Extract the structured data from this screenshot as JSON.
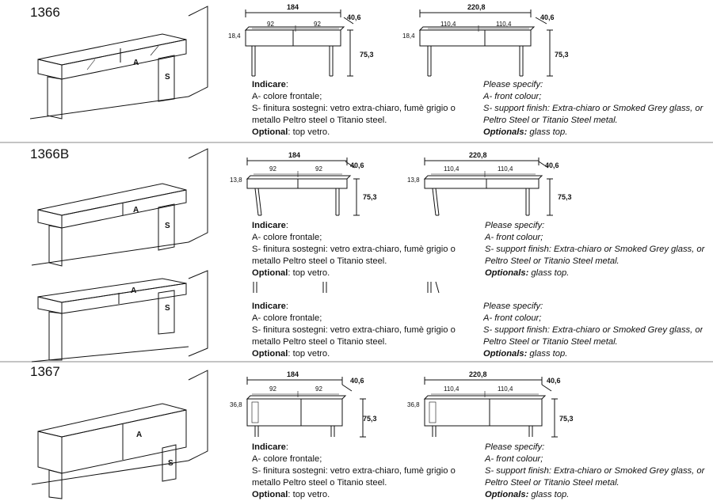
{
  "sections": [
    {
      "code": "1366",
      "dims_a": {
        "width": "184",
        "depth": "40,6",
        "half1": "92",
        "half2": "92",
        "top_h": "18,4",
        "height": "75,3"
      },
      "dims_b": {
        "width": "220,8",
        "depth": "40,6",
        "half1": "110,4",
        "half2": "110,4",
        "top_h": "18,4",
        "height": "75,3"
      }
    },
    {
      "code": "1366B",
      "dims_a": {
        "width": "184",
        "depth": "40,6",
        "half1": "92",
        "half2": "92",
        "top_h": "13,8",
        "height": "75,3"
      },
      "dims_b": {
        "width": "220,8",
        "depth": "40,6",
        "half1": "110,4",
        "half2": "110,4",
        "top_h": "13,8",
        "height": "75,3"
      }
    },
    {
      "code": "1367",
      "dims_a": {
        "width": "184",
        "depth": "40,6",
        "half1": "92",
        "half2": "92",
        "top_h": "36,8",
        "height": "75,3"
      },
      "dims_b": {
        "width": "220,8",
        "depth": "40,6",
        "half1": "110,4",
        "half2": "110,4",
        "top_h": "36,8",
        "height": "75,3"
      }
    }
  ],
  "labels": {
    "front": "A",
    "support": "S"
  },
  "spec_it": {
    "heading": "Indicare",
    "colon": ":",
    "line1": "A- colore frontale;",
    "line2": "S- finitura sostegni: vetro extra-chiaro, fumè grigio o",
    "line3": "metallo Peltro steel o Titanio steel.",
    "optional_label": "Optional",
    "optional_text": ": top vetro."
  },
  "spec_en": {
    "heading": "Please specify:",
    "line1": "A- front colour;",
    "line2": "S- support finish: Extra-chiaro or Smoked Grey glass, or",
    "line3": "Peltro Steel or Titanio Steel metal.",
    "optional_label": "Optionals:",
    "optional_text": " glass top."
  }
}
